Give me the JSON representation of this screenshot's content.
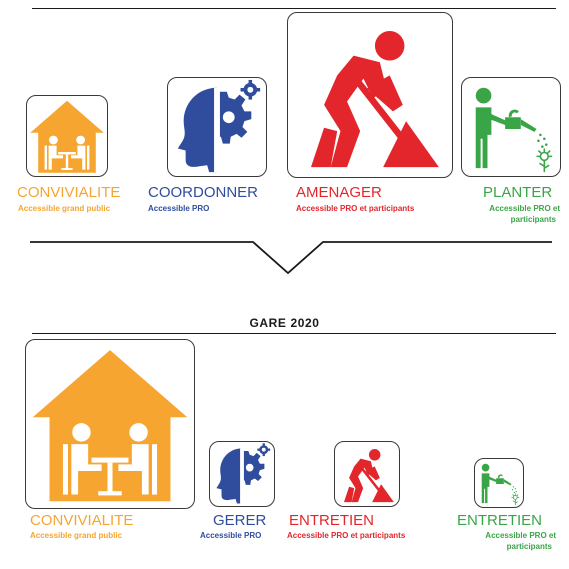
{
  "colors": {
    "orange": "#f6a531",
    "blue": "#2f4d9c",
    "red": "#e3262b",
    "green": "#3aa547"
  },
  "section_title": "GARE 2020",
  "top_items": [
    {
      "name": "CONVIVIALITE",
      "sub": "Accessible grand public",
      "icon": "house-table-icon",
      "color": "orange"
    },
    {
      "name": "COORDONNER",
      "sub": "Accessible PRO",
      "icon": "head-gear-icon",
      "color": "blue"
    },
    {
      "name": "AMENAGER",
      "sub": "Accessible PRO et participants",
      "icon": "digging-worker-icon",
      "color": "red"
    },
    {
      "name": "PLANTER",
      "sub_line1": "Accessible PRO et",
      "sub_line2": "participants",
      "icon": "watering-can-icon",
      "color": "green"
    }
  ],
  "bottom_items": [
    {
      "name": "CONVIVIALITE",
      "sub": "Accessible grand public",
      "icon": "house-table-icon",
      "color": "orange"
    },
    {
      "name": "GERER",
      "sub": "Accessible PRO",
      "icon": "head-gear-icon",
      "color": "blue"
    },
    {
      "name": "ENTRETIEN",
      "sub": "Accessible PRO et participants",
      "icon": "digging-worker-icon",
      "color": "red"
    },
    {
      "name": "ENTRETIEN",
      "sub_line1": "Accessible PRO et",
      "sub_line2": "participants",
      "icon": "watering-can-icon",
      "color": "green"
    }
  ]
}
